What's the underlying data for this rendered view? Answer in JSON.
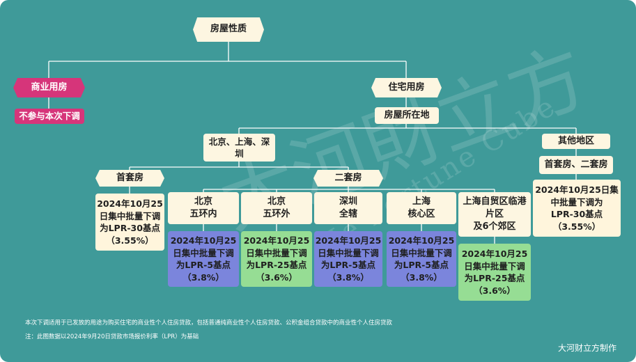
{
  "nodes": {
    "root": "房屋性质",
    "commercial": "商业用房",
    "commercial_note": "不参与本次下调",
    "residential": "住宅用房",
    "location": "房屋所在地",
    "tier1": "北京、上海、深\n圳",
    "other": "其他地区",
    "first_home": "首套房",
    "second_home": "二套房",
    "other_homes": "首套房、二套房",
    "bj_inner": "北京\n五环内",
    "bj_outer": "北京\n五环外",
    "sz_all": "深圳\n全辖",
    "sh_core": "上海\n核心区",
    "sh_ftz": "上海自贸区临港\n片区\n及6个郊区"
  },
  "results": {
    "first_home": "2024年10月25\n日集中批量下调\n为LPR-30基点\n（3.55%）",
    "other_homes": "2024年10月25日集\n中批量下调为\nLPR-30基点\n（3.55%）",
    "bj_inner": "2024年10月25\n日集中批量下调\n为LPR-5基点\n（3.8%）",
    "bj_outer": "2024年10月25\n日集中批量下调\n为LPR-25基点\n（3.6%）",
    "sz_all": "2024年10月25\n日集中批量下调\n为LPR-5基点\n（3.8%）",
    "sh_core": "2024年10月25\n日集中批量下调\n为LPR-5基点\n（3.8%）",
    "sh_ftz": "2024年10月25\n日集中批量下调\n为LPR-25基点\n（3.6%）"
  },
  "notes": {
    "line1": "本次下调适用于已发放的用途为购买住宅的商业性个人住房贷款，包括普通纯商业性个人住房贷款、公积金组合贷款中的商业性个人住房贷款",
    "line2": "注：此图数据以2024年9月20日贷款市场报价利率（LPR）为基础"
  },
  "credit": "大河财立方制作",
  "colors": {
    "background": "#3f9a99",
    "cream": "#fdf6e1",
    "pink": "#d6357a",
    "blue": "#7b85dc",
    "green": "#96dd94",
    "line": "#ffffff"
  }
}
